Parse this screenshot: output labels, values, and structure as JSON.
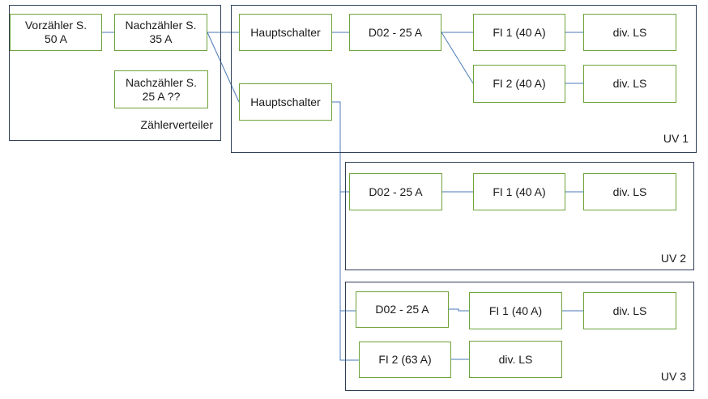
{
  "colors": {
    "node_border": "#6ea33a",
    "group_border": "#2f3f55",
    "wire": "#4a7ab8"
  },
  "groups": {
    "zaehlerverteiler": {
      "label": "Zählerverteiler"
    },
    "uv1": {
      "label": "UV 1"
    },
    "uv2": {
      "label": "UV 2"
    },
    "uv3": {
      "label": "UV 3"
    }
  },
  "nodes": {
    "vorzaehler": "Vorzähler S.\n50 A",
    "nachzaehler_35": "Nachzähler S.\n35 A",
    "nachzaehler_25": "Nachzähler S.\n25 A  ??",
    "uv1_hauptschalter": "Hauptschalter",
    "uv1_d02": "D02 - 25 A",
    "uv1_fi1": "FI 1 (40 A)",
    "uv1_ls1": "div. LS",
    "uv1_fi2": "FI 2 (40 A)",
    "uv1_ls2": "div. LS",
    "hauptschalter_2": "Hauptschalter",
    "uv2_d02": "D02 - 25 A",
    "uv2_fi1": "FI 1 (40 A)",
    "uv2_ls": "div. LS",
    "uv3_d02": "D02 - 25 A",
    "uv3_fi1": "FI 1 (40 A)",
    "uv3_ls1": "div. LS",
    "uv3_fi2": "FI 2 (63 A)",
    "uv3_ls2": "div. LS"
  }
}
